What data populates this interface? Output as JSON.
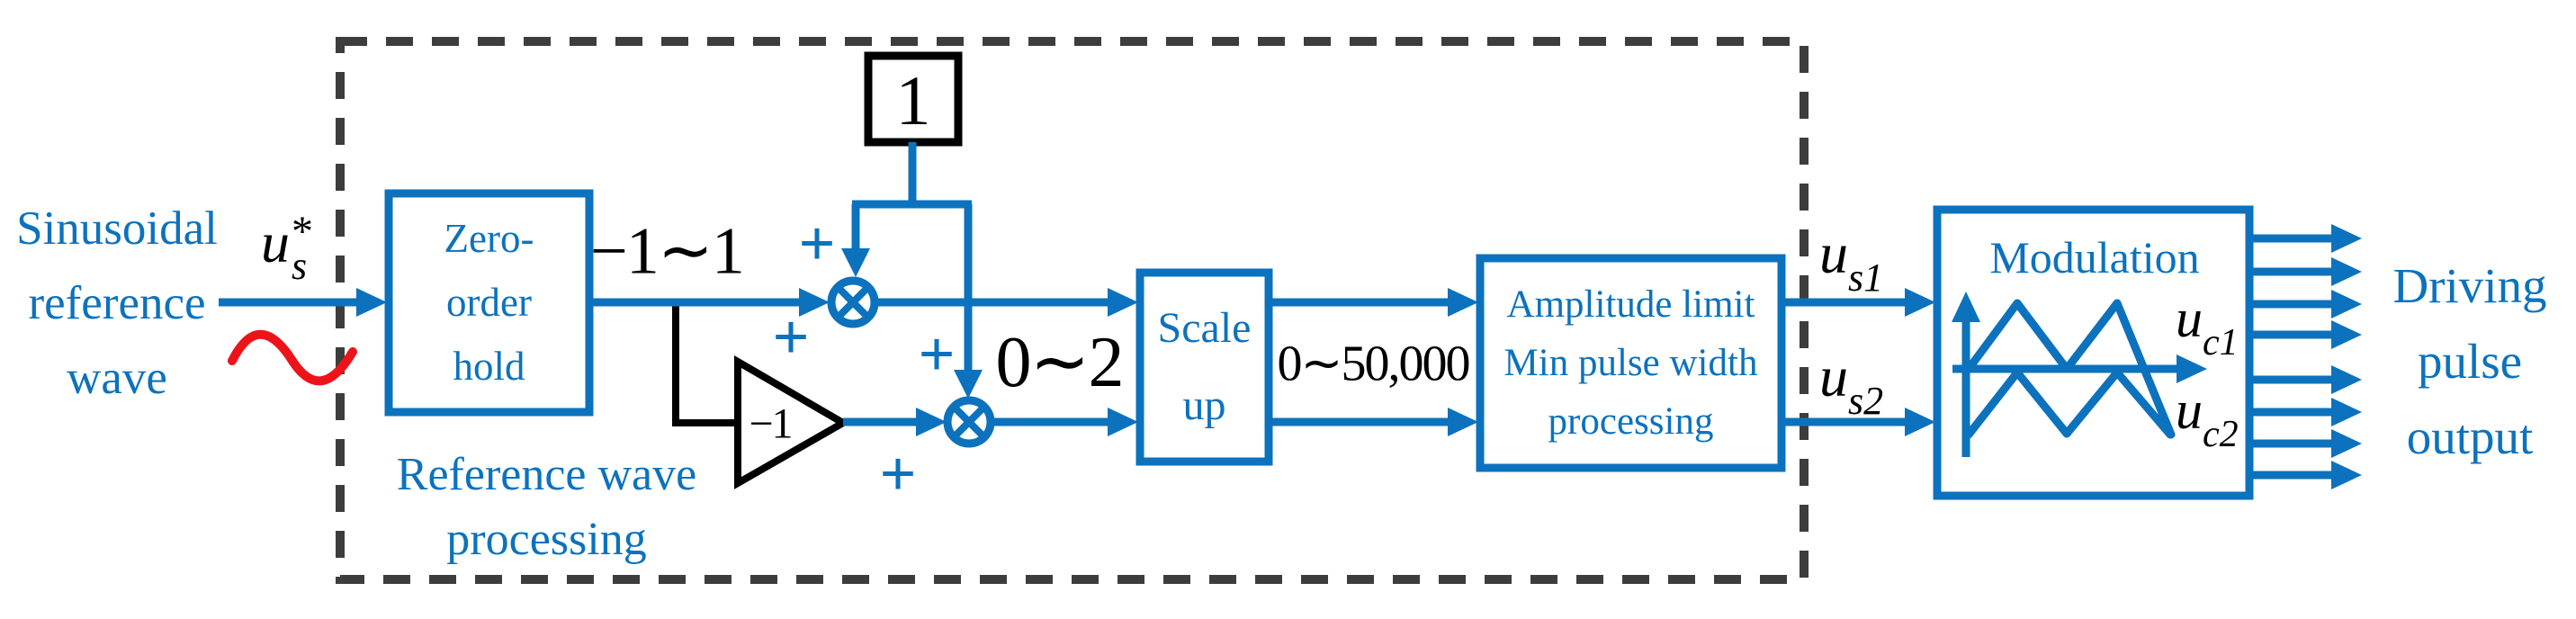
{
  "colors": {
    "line_blue": "#0c72bd",
    "black": "#000000",
    "sine_red": "#ed1419",
    "dash_gray": "#3d3d3d",
    "background": "#ffffff"
  },
  "left_input": {
    "label_lines": [
      "Sinusoidal",
      "reference",
      "wave"
    ],
    "signal": {
      "base": "u",
      "sup": "*",
      "sub": "s"
    }
  },
  "dashed_group": {
    "zoh_block_lines": [
      "Zero-",
      "order",
      "hold"
    ],
    "zoh_output_range": "−1∼1",
    "constant_block": "1",
    "gain_block": "−1",
    "plus_sign": "+",
    "sum_output_range": "0∼2",
    "scale_block_lines": [
      "Scale",
      "up"
    ],
    "scale_output_range": "0∼50,000",
    "limit_block_lines": [
      "Amplitude limit",
      "Min pulse width",
      "processing"
    ],
    "group_label_lines": [
      "Reference wave",
      "processing"
    ]
  },
  "signals": {
    "us1": {
      "base": "u",
      "sub": "s1"
    },
    "us2": {
      "base": "u",
      "sub": "s2"
    },
    "uc1": {
      "base": "u",
      "sub": "c1"
    },
    "uc2": {
      "base": "u",
      "sub": "c2"
    }
  },
  "modulation_block": {
    "title": "Modulation"
  },
  "output": {
    "label_lines": [
      "Driving",
      "pulse",
      "output"
    ]
  }
}
